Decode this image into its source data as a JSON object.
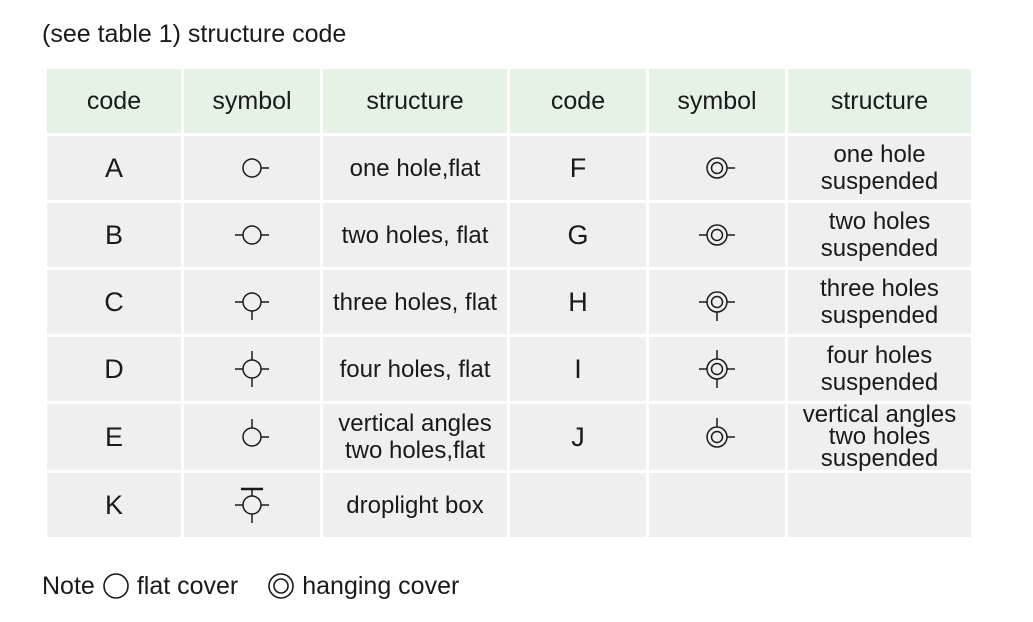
{
  "title": "(see table 1) structure code",
  "headers": [
    "code",
    "symbol",
    "structure",
    "code",
    "symbol",
    "structure"
  ],
  "rows": [
    {
      "left": {
        "code": "A",
        "symbol": "flat-one-hole-icon",
        "structure": [
          "one hole,flat"
        ]
      },
      "right": {
        "code": "F",
        "symbol": "hanging-one-hole-icon",
        "structure": [
          "one hole",
          "suspended"
        ]
      }
    },
    {
      "left": {
        "code": "B",
        "symbol": "flat-two-holes-icon",
        "structure": [
          "two holes, flat"
        ]
      },
      "right": {
        "code": "G",
        "symbol": "hanging-two-holes-icon",
        "structure": [
          "two holes",
          "suspended"
        ]
      }
    },
    {
      "left": {
        "code": "C",
        "symbol": "flat-three-holes-icon",
        "structure": [
          "three holes, flat"
        ]
      },
      "right": {
        "code": "H",
        "symbol": "hanging-three-holes-icon",
        "structure": [
          "three holes",
          "suspended"
        ]
      }
    },
    {
      "left": {
        "code": "D",
        "symbol": "flat-four-holes-icon",
        "structure": [
          "four holes, flat"
        ]
      },
      "right": {
        "code": "I",
        "symbol": "hanging-four-holes-icon",
        "structure": [
          "four holes",
          "suspended"
        ]
      }
    },
    {
      "left": {
        "code": "E",
        "symbol": "flat-vertical-angles-icon",
        "structure": [
          "vertical angles",
          "two holes,flat"
        ]
      },
      "right": {
        "code": "J",
        "symbol": "hanging-vertical-angles-icon",
        "structure": [
          "vertical angles",
          "two holes",
          "suspended"
        ]
      }
    },
    {
      "left": {
        "code": "K",
        "symbol": "droplight-box-icon",
        "structure": [
          "droplight box"
        ]
      },
      "right": {
        "code": "",
        "symbol": "",
        "structure": []
      }
    }
  ],
  "note": {
    "label": "Note",
    "flat_label": "flat cover",
    "flat_icon": "single-circle-icon",
    "hanging_label": "hanging cover",
    "hanging_icon": "double-circle-icon"
  },
  "colors": {
    "header_bg": "#e6f2e6",
    "cell_bg": "#efefef",
    "line": "#1a1a1a"
  }
}
